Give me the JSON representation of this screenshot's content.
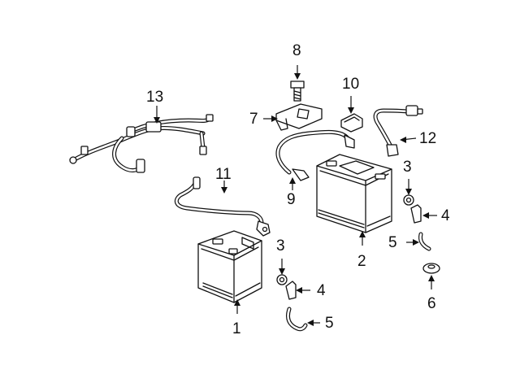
{
  "callouts": {
    "c1": "1",
    "c2": "2",
    "c3a": "3",
    "c3b": "3",
    "c4a": "4",
    "c4b": "4",
    "c5a": "5",
    "c5b": "5",
    "c6": "6",
    "c7": "7",
    "c8": "8",
    "c9": "9",
    "c10": "10",
    "c11": "11",
    "c12": "12",
    "c13": "13"
  },
  "colors": {
    "line": "#111111",
    "background": "#ffffff"
  }
}
